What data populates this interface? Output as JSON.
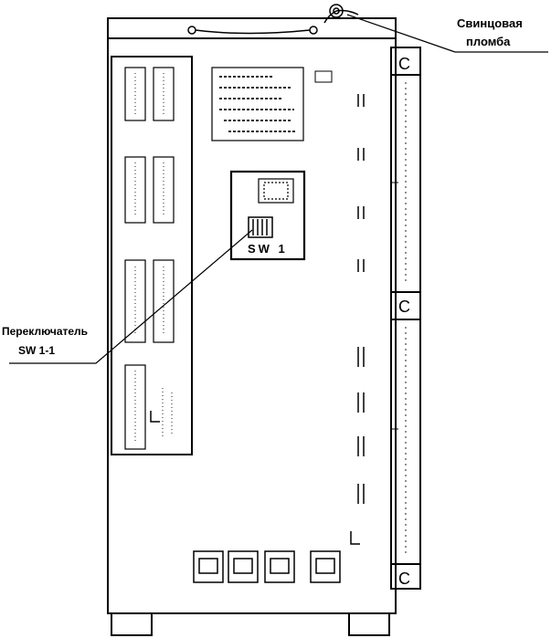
{
  "annotations": {
    "seal": {
      "line1": "Свинцовая",
      "line2": "пломба"
    },
    "switch_callout": {
      "line1": "Переключатель",
      "line2": "SW 1-1"
    }
  },
  "device": {
    "switch_label": "SW 1",
    "corner_marks": [
      "C",
      "C",
      "C"
    ]
  }
}
